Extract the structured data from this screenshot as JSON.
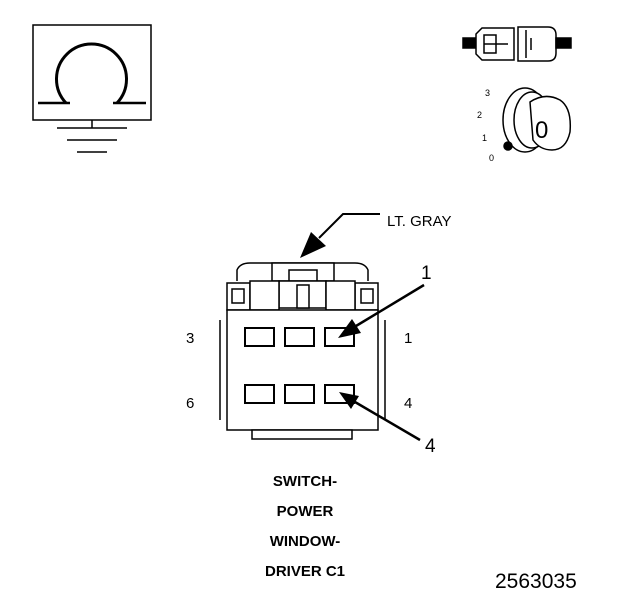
{
  "wire_color_label": "LT. GRAY",
  "ignition": {
    "positions": [
      "3",
      "2",
      "1",
      "0"
    ],
    "key_label": "0"
  },
  "connector": {
    "pin_labels": {
      "top_left": "3",
      "top_right": "1",
      "bottom_left": "6",
      "bottom_right": "4"
    },
    "callouts": {
      "upper": "1",
      "lower": "4"
    }
  },
  "caption": [
    "SWITCH-",
    "POWER",
    "WINDOW-",
    "DRIVER C1"
  ],
  "figure_id": "2563035"
}
